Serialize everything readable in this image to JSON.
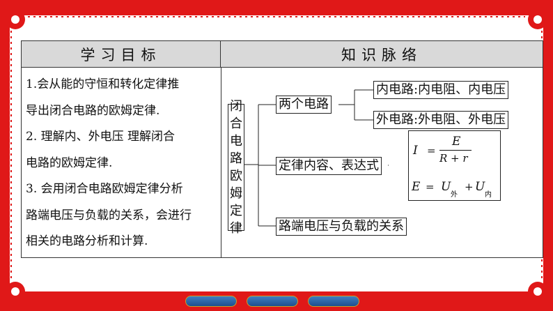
{
  "table": {
    "header_left": "学习目标",
    "header_right": "知识脉络",
    "objectives": [
      "1.会从能的守恒和转化定律推",
      "导出闭合电路的欧姆定律.",
      "2.  理解内、外电压  理解闭合",
      "电路的欧姆定律.",
      "3.  会用闭合电路欧姆定律分析",
      "路端电压与负载的关系，会进行",
      "相关的电路分析和计算."
    ]
  },
  "mindmap": {
    "root_chars": [
      "闭",
      "合",
      "电",
      "路",
      "欧",
      "姆",
      "定",
      "律"
    ],
    "branch_two_circuits": "两个电路",
    "leaf_inner": "内电路:内电阻、内电压",
    "leaf_outer": "外电路:外电阻、外电压",
    "branch_law": "定律内容、表达式",
    "branch_terminal": "路端电压与负载的关系",
    "formula": {
      "I": "I",
      "eq1": "=",
      "E_num": "E",
      "R_den": "R + r",
      "E2": "E",
      "eq2": "=",
      "U1": "U",
      "sub_out": "外",
      "plus": "+",
      "U2": "U",
      "sub_in": "内"
    }
  },
  "colors": {
    "frame": "#e01818",
    "header_bg": "#d9d9d9",
    "nav": "#2a5fa0"
  }
}
